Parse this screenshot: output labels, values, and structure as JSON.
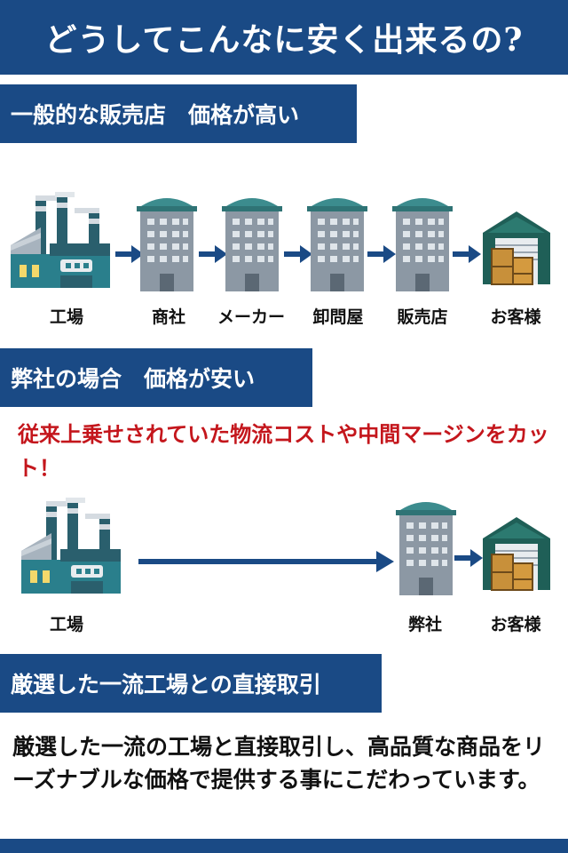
{
  "title": "どうしてこんなに安く出来るの?",
  "section1": {
    "heading": "一般的な販売店　価格が高い",
    "flow": [
      "工場",
      "商社",
      "メーカー",
      "卸問屋",
      "販売店",
      "お客様"
    ]
  },
  "section2": {
    "heading": "弊社の場合　価格が安い",
    "highlight": "従来上乗せされていた物流コストや中間マージンをカット！",
    "flow": [
      "工場",
      "弊社",
      "お客様"
    ]
  },
  "section3": {
    "heading": "厳選した一流工場との直接取引",
    "body": "厳選した一流の工場と直接取引し、高品質な商品をリーズナブルな価格で提供する事にこだわっています。"
  },
  "colors": {
    "navy": "#1a4a85",
    "red": "#c4161c",
    "teal": "#2a7f8c",
    "gray": "#8c98a4"
  },
  "icons": [
    "factory-icon",
    "building-icon",
    "warehouse-icon",
    "arrow-right-icon"
  ]
}
